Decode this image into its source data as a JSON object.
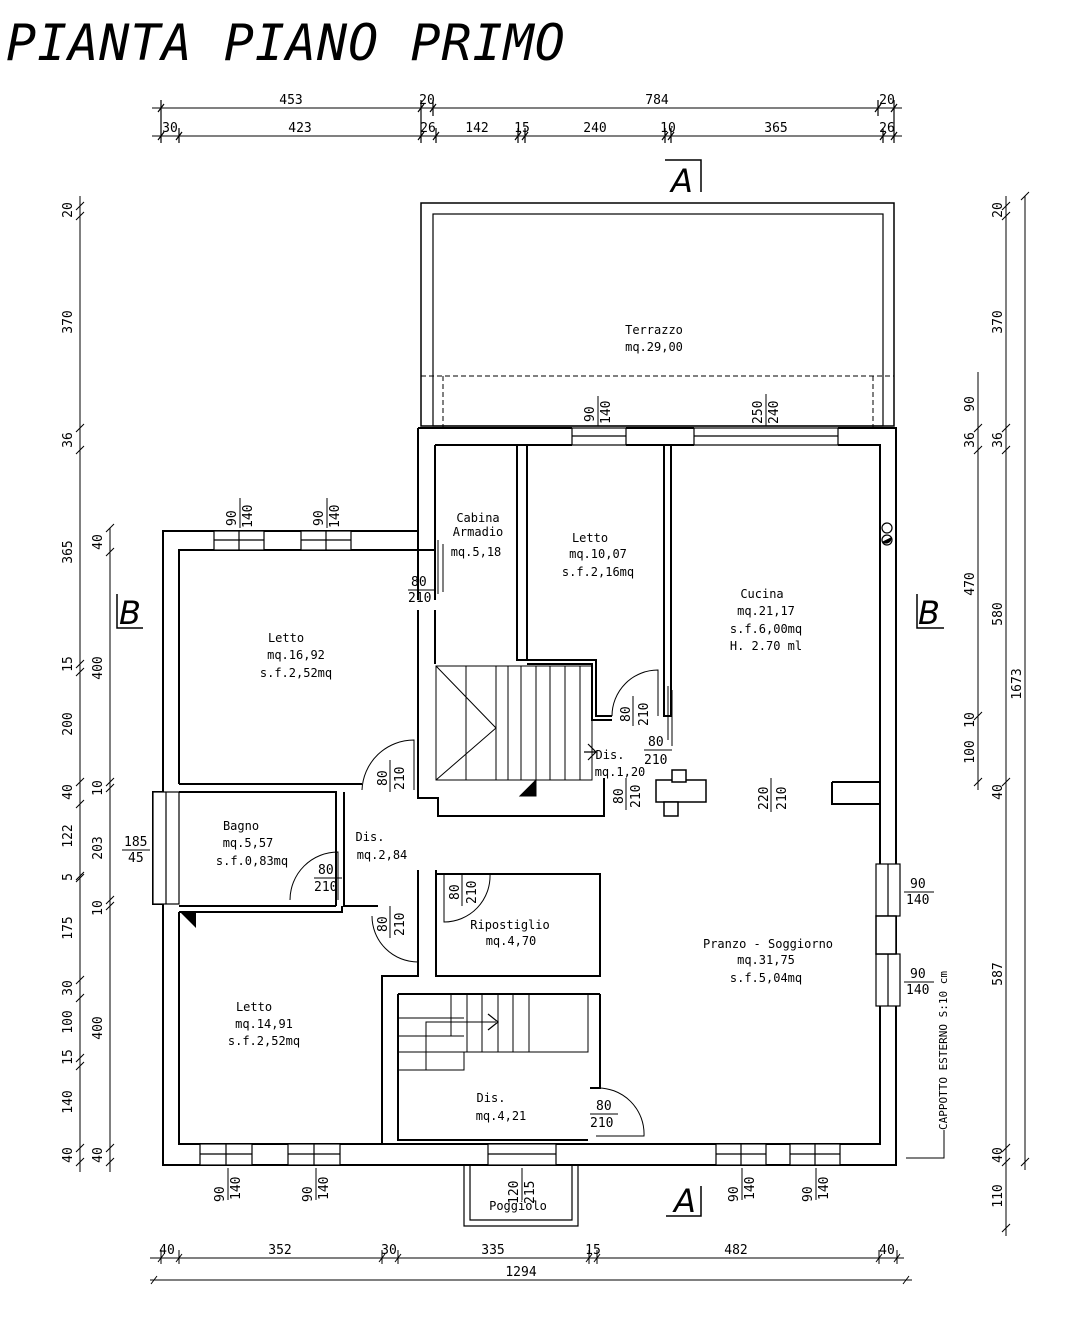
{
  "title": "PIANTA PIANO PRIMO",
  "sections": {
    "a_top": "A",
    "a_bottom": "A",
    "b_left": "B",
    "b_right": "B"
  },
  "top_dims": {
    "row1": [
      "453",
      "20",
      "784",
      "20"
    ],
    "row2": [
      "30",
      "423",
      "26",
      "142",
      "15",
      "240",
      "10",
      "365",
      "26"
    ]
  },
  "bottom_dims": {
    "row1": [
      "40",
      "352",
      "30",
      "335",
      "15",
      "482",
      "40"
    ],
    "total": "1294"
  },
  "left_dims": {
    "outer": [
      "20",
      "370",
      "36",
      "365",
      "15",
      "200",
      "40",
      "122",
      "5",
      "175",
      "30",
      "100",
      "15",
      "140",
      "40"
    ],
    "inner": [
      "40",
      "400",
      "10",
      "203",
      "10",
      "400",
      "40"
    ]
  },
  "right_dims": {
    "outer": [
      "20",
      "370",
      "36",
      "580",
      "40",
      "587",
      "40",
      "110"
    ],
    "inner": [
      "90",
      "36",
      "470",
      "10",
      "100"
    ],
    "total": "1673"
  },
  "rooms": {
    "terrazzo": {
      "name": "Terrazzo",
      "area": "mq.29,00"
    },
    "cabina": {
      "name1": "Cabina",
      "name2": "Armadio",
      "area": "mq.5,18"
    },
    "letto_n": {
      "name": "Letto",
      "area": "mq.10,07",
      "sf": "s.f.2,16mq"
    },
    "cucina": {
      "name": "Cucina",
      "area": "mq.21,17",
      "sf": "s.f.6,00mq",
      "h": "H. 2.70 ml"
    },
    "letto_w": {
      "name": "Letto",
      "area": "mq.16,92",
      "sf": "s.f.2,52mq"
    },
    "dis_small": {
      "name": "Dis.",
      "area": "mq.1,20"
    },
    "bagno": {
      "name": "Bagno",
      "area": "mq.5,57",
      "sf": "s.f.0,83mq"
    },
    "dis_mid": {
      "name": "Dis.",
      "area": "mq.2,84"
    },
    "ripostiglio": {
      "name": "Ripostiglio",
      "area": "mq.4,70"
    },
    "pranzo": {
      "name": "Pranzo - Soggiorno",
      "area": "mq.31,75",
      "sf": "s.f.5,04mq"
    },
    "letto_sw": {
      "name": "Letto",
      "area": "mq.14,91",
      "sf": "s.f.2,52mq"
    },
    "dis_low": {
      "name": "Dis.",
      "area": "mq.4,21"
    },
    "poggiolo": {
      "name": "Poggiolo"
    }
  },
  "openings": {
    "w90": "90",
    "w140": "140",
    "w250": "250",
    "w240": "240",
    "d80": "80",
    "d210": "210",
    "d220": "220",
    "w185": "185",
    "w45": "45",
    "w120": "120",
    "w215": "215"
  },
  "note": "CAPPOTTO ESTERNO S:10 cm"
}
